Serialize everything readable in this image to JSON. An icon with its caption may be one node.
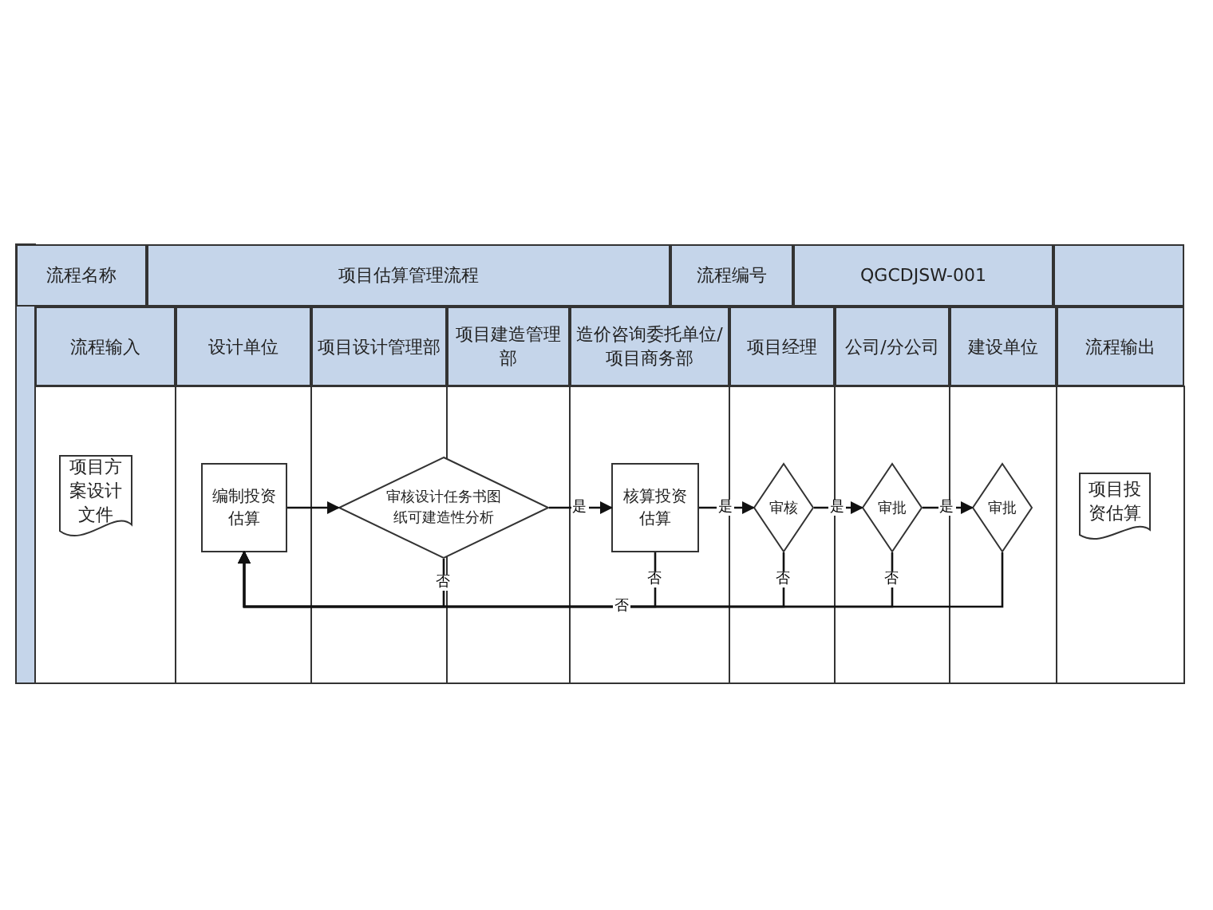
{
  "diagram": {
    "nodes": [
      {
        "text": [
          "项目方案设计文件"
        ]
      },
      {
        "text": [
          "编制投资估算"
        ]
      },
      {
        "text": [
          "审核设计任务书图纸可建造性分析"
        ]
      },
      {
        "text": [
          "核算投资估算"
        ]
      },
      {
        "text": [
          "审核"
        ]
      },
      {
        "text": [
          "审批"
        ]
      },
      {
        "text": [
          "审批"
        ]
      },
      {
        "text": [
          "项目投资估算"
        ]
      }
    ],
    "edges": [
      {
        "from": 1,
        "to": 2,
        "arrow": "to"
      },
      {
        "from": 2,
        "to": 3,
        "arrow": "to",
        "label": "是"
      },
      {
        "from": 3,
        "to": 4,
        "arrow": "to",
        "label": "是"
      },
      {
        "from": 4,
        "to": 5,
        "arrow": "to",
        "label": "是"
      },
      {
        "from": 5,
        "to": 6,
        "arrow": "to",
        "label": "是"
      },
      {
        "from": 2,
        "to": 1,
        "arrow": "to",
        "label": "否"
      },
      {
        "from": 3,
        "to": 1,
        "arrow": "to",
        "label": "否"
      },
      {
        "from": 4,
        "to": 1,
        "arrow": "to",
        "label": "否"
      },
      {
        "from": 5,
        "to": 1,
        "arrow": "to",
        "label": "否"
      },
      {
        "from": 6,
        "to": 1,
        "arrow": "to",
        "label": "否"
      }
    ],
    "labels": [
      "流程名称",
      "项目估算管理流程",
      "流程编号",
      "QGCDJSW-001",
      "流程输入",
      "设计单位",
      "项目设计管理部",
      "项目建造管理部",
      "造价咨询委托单位/项目商务部",
      "项目经理",
      "公司/分公司",
      "建设单位",
      "流程输出"
    ]
  }
}
